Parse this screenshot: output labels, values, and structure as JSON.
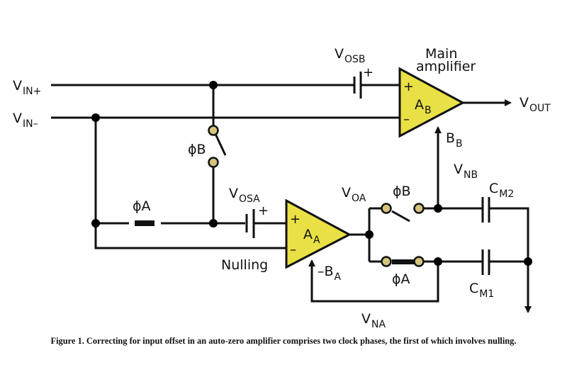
{
  "labels": {
    "vin_plus": {
      "main": "V",
      "sub": "IN+"
    },
    "vin_minus": {
      "main": "V",
      "sub": "IN–"
    },
    "vosb": {
      "main": "V",
      "sub": "OSB"
    },
    "vosa": {
      "main": "V",
      "sub": "OSA"
    },
    "vout": {
      "main": "V",
      "sub": "OUT"
    },
    "voa": {
      "main": "V",
      "sub": "OA"
    },
    "vnb": {
      "main": "V",
      "sub": "NB"
    },
    "vna": {
      "main": "V",
      "sub": "NA"
    },
    "cm2": {
      "main": "C",
      "sub": "M2"
    },
    "cm1": {
      "main": "C",
      "sub": "M1"
    },
    "amp_b": {
      "main": "A",
      "sub": "B"
    },
    "amp_a": {
      "main": "A",
      "sub": "A"
    },
    "bb": {
      "main": "B",
      "sub": "B"
    },
    "ba": {
      "main": "–B",
      "sub": "A"
    },
    "phi_b_left": "ϕB",
    "phi_a_left": "ϕA",
    "phi_b_right": "ϕB",
    "phi_a_right": "ϕA",
    "main_amp_line1": "Main",
    "main_amp_line2": "amplifier",
    "nulling": "Nulling",
    "plus": "+",
    "minus": "–"
  },
  "caption": "Figure 1. Correcting for input offset in an auto-zero amplifier comprises two clock phases, the first of which involves nulling.",
  "colors": {
    "amplifier_fill": "#e9e045",
    "switch_contact": "#d4c47c",
    "wire": "#111111"
  }
}
